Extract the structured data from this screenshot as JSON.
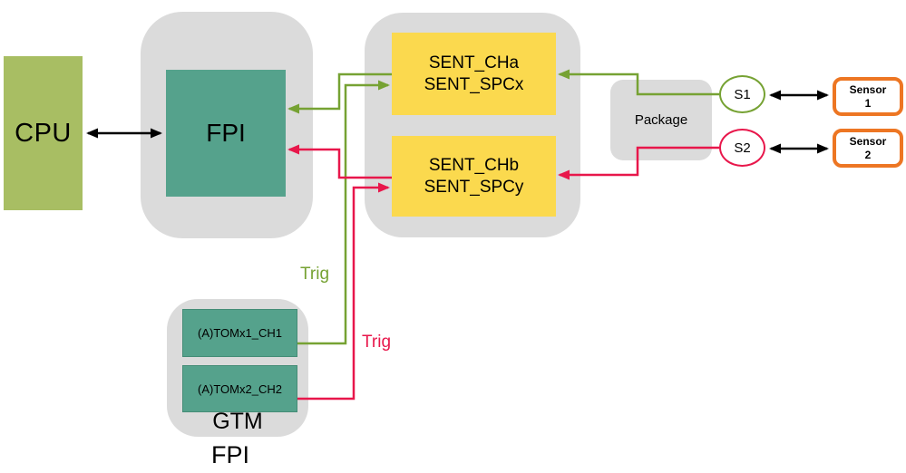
{
  "diagram": {
    "cpu": {
      "label": "CPU"
    },
    "fpi_module": {
      "fpi_label": "FPI"
    },
    "sent_module": {
      "cha": {
        "line1": "SENT_CHa",
        "line2": "SENT_SPCx"
      },
      "chb": {
        "line1": "SENT_CHb",
        "line2": "SENT_SPCy"
      }
    },
    "package": {
      "label": "Package"
    },
    "pins": {
      "s1": "S1",
      "s2": "S2"
    },
    "sensors": {
      "sensor1": {
        "line1": "Sensor",
        "line2": "1"
      },
      "sensor2": {
        "line1": "Sensor",
        "line2": "2"
      }
    },
    "gtm_module": {
      "tom1_label": "(A)TOMx1_CH1",
      "tom2_label": "(A)TOMx2_CH2",
      "gtm_label": "GTM",
      "caption": "FPI"
    },
    "trig_labels": {
      "green": "Trig",
      "red": "Trig"
    },
    "connections": [
      {
        "from": "CPU",
        "to": "FPI",
        "style": "bidirectional",
        "color": "black"
      },
      {
        "from": "SENT_CHa / SENT_SPCx",
        "to": "FPI",
        "style": "arrow",
        "color": "green"
      },
      {
        "from": "(A)TOMx1_CH1",
        "to": "SENT_CHa / SENT_SPCx",
        "style": "arrow",
        "color": "green",
        "label": "Trig"
      },
      {
        "from": "SENT_CHb / SENT_SPCy",
        "to": "FPI",
        "style": "arrow",
        "color": "red"
      },
      {
        "from": "(A)TOMx2_CH2",
        "to": "SENT_CHb / SENT_SPCy",
        "style": "arrow",
        "color": "red",
        "label": "Trig"
      },
      {
        "from": "S1",
        "to": "SENT_CHa / SENT_SPCx",
        "style": "arrow",
        "color": "green"
      },
      {
        "from": "S2",
        "to": "SENT_CHb / SENT_SPCy",
        "style": "arrow",
        "color": "red"
      },
      {
        "from": "S1",
        "to": "Sensor 1",
        "style": "bidirectional",
        "color": "black"
      },
      {
        "from": "S2",
        "to": "Sensor 2",
        "style": "bidirectional",
        "color": "black"
      }
    ],
    "colors": {
      "green_line": "#76a233",
      "red_line": "#e8174b",
      "yellow_block": "#fbd94e",
      "teal_block": "#55a28c",
      "olive_block": "#a8be63",
      "gray_container": "#dbdbdb",
      "orange_border": "#ed7623",
      "black_line": "#000000"
    }
  }
}
